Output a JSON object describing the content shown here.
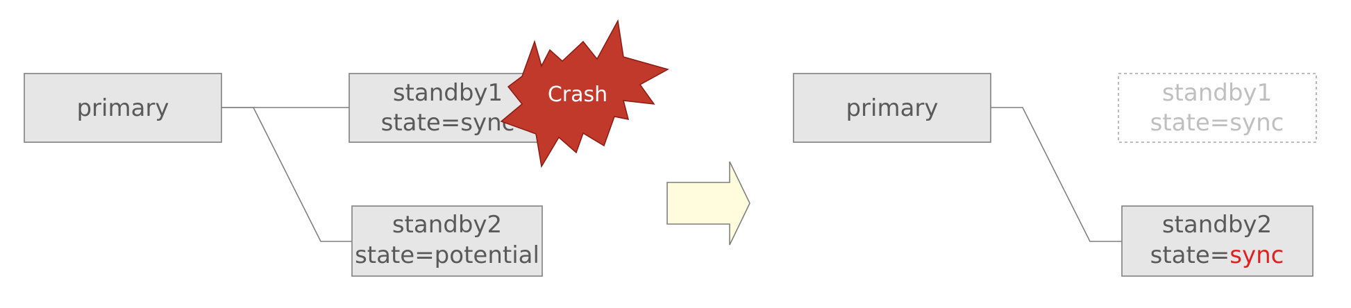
{
  "before": {
    "primary": "primary",
    "standby1": {
      "name": "standby1",
      "state": "state=sync"
    },
    "standby2": {
      "name": "standby2",
      "state": "state=potential"
    },
    "crash_label": "Crash"
  },
  "after": {
    "primary": "primary",
    "standby1": {
      "name": "standby1",
      "state": "state=sync"
    },
    "standby2": {
      "name": "standby2",
      "state_prefix": "state=",
      "state_value": "sync"
    }
  },
  "colors": {
    "box_fill": "#e6e6e6",
    "box_stroke": "#7f7f7f",
    "text": "#595959",
    "ghost_text": "#bfbfbf",
    "crash": "#c0392b",
    "arrow_fill": "#fffbdd",
    "highlight": "#e02020"
  }
}
